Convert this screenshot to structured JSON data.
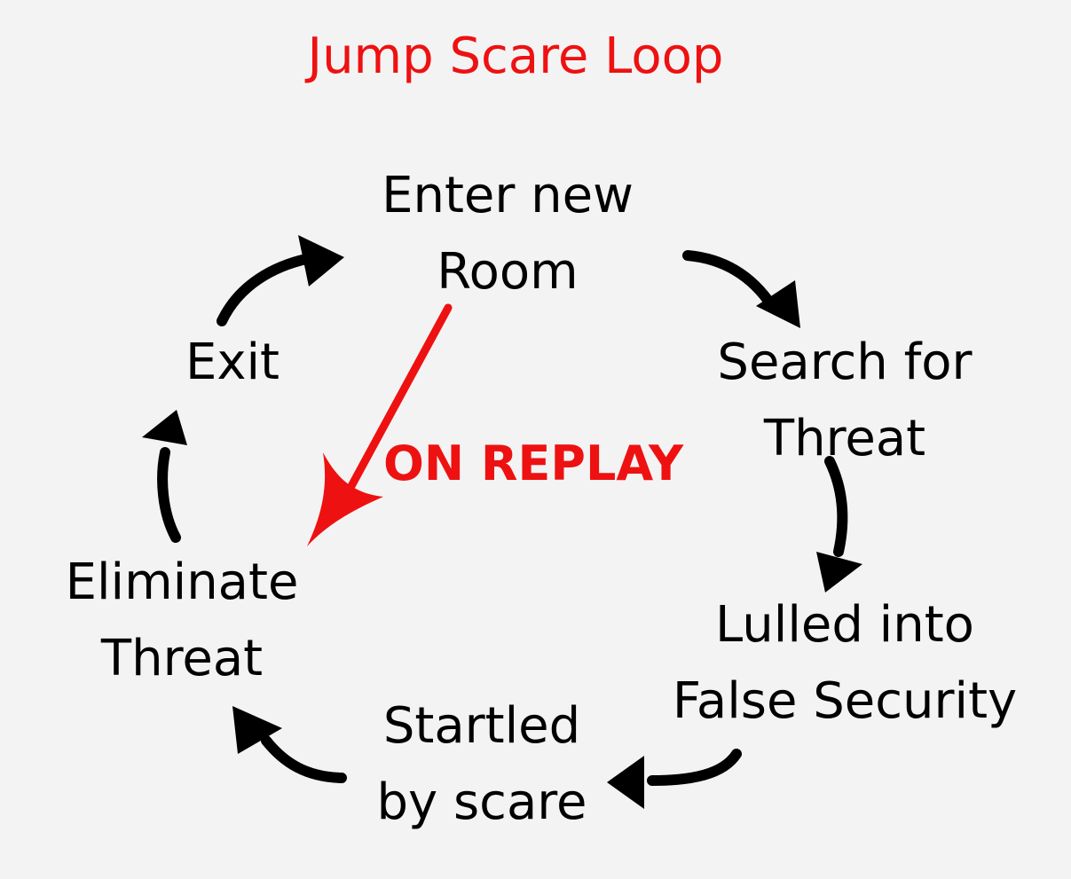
{
  "title": "Jump Scare Loop",
  "nodes": {
    "enter": {
      "line1": "Enter new",
      "line2": "Room"
    },
    "search": {
      "line1": "Search for",
      "line2": "Threat"
    },
    "lulled": {
      "line1": "Lulled into",
      "line2": "False Security"
    },
    "startled": {
      "line1": "Startled",
      "line2": "by scare"
    },
    "eliminate": {
      "line1": "Eliminate",
      "line2": "Threat"
    },
    "exit": {
      "line1": "Exit"
    }
  },
  "replay_label": "ON REPLAY",
  "colors": {
    "background": "#f4f3f3",
    "text": "#000000",
    "accent": "#ee1111"
  }
}
